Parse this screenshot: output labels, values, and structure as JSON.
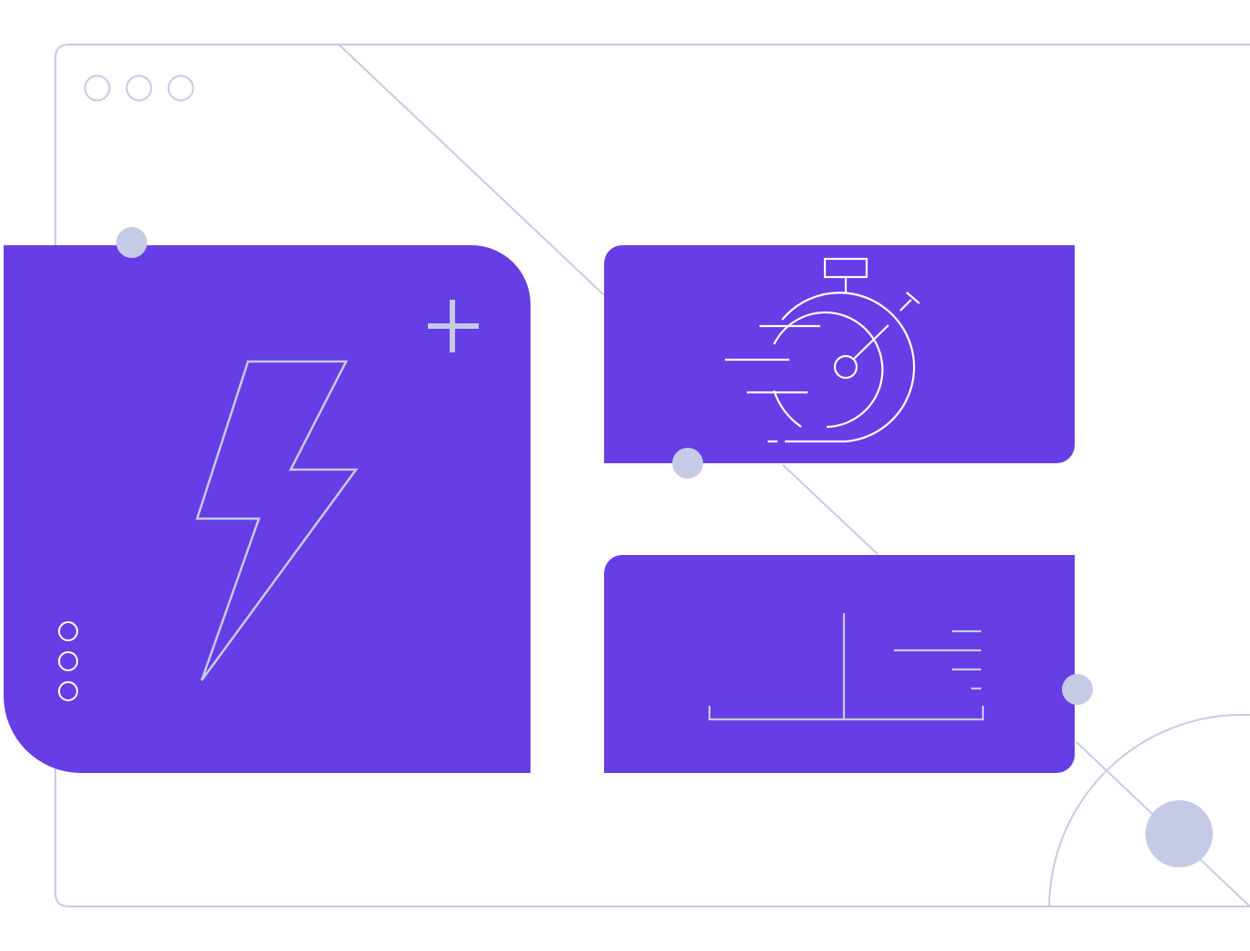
{
  "colors": {
    "background": "#ffffff",
    "card_fill": "#673de6",
    "outline": "#c5cbe6",
    "icon_stroke": "#c5cbe6",
    "white_stroke": "#ffffff",
    "dot_fill": "#c5cbe6"
  },
  "window": {
    "control_dots": 3
  },
  "cards": [
    {
      "id": "energy-card",
      "icon": "lightning-bolt-icon"
    },
    {
      "id": "speed-card",
      "icon": "stopwatch-icon"
    },
    {
      "id": "measure-card",
      "icon": "measurement-chart-icon"
    }
  ],
  "decorations": {
    "plus_icon": "plus-icon",
    "card_dots": 3,
    "accent_circles": 4,
    "big_accent_circle": 1
  }
}
